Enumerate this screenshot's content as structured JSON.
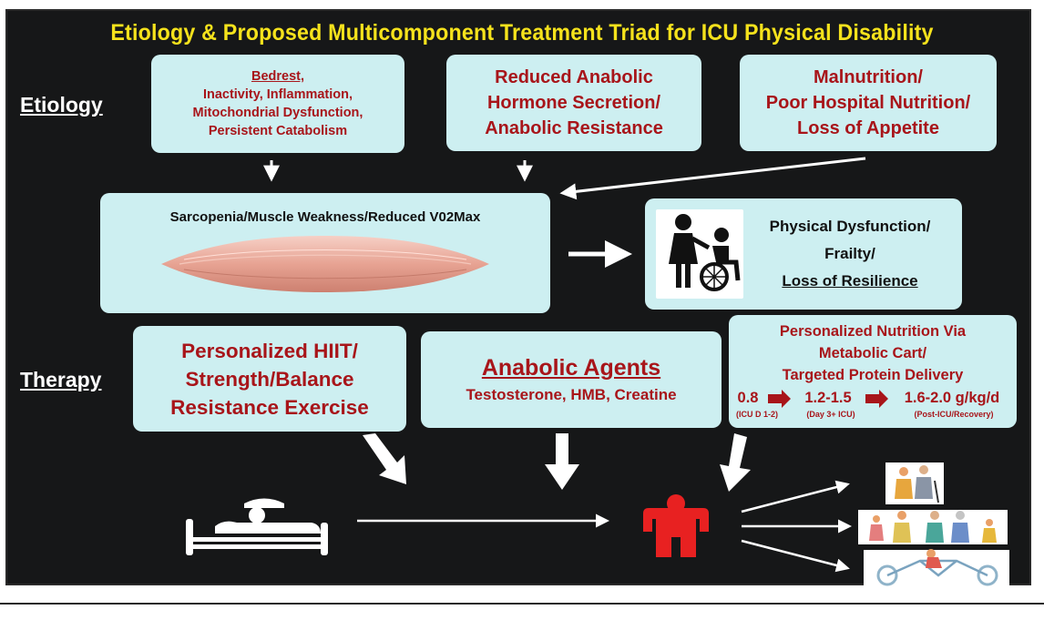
{
  "title": "Etiology & Proposed Multicomponent Treatment Triad for ICU Physical Disability",
  "labels": {
    "etiology": "Etiology",
    "therapy": "Therapy"
  },
  "etiology_boxes": {
    "box1": {
      "heading": "Bedrest,",
      "lines": [
        "Inactivity, Inflammation,",
        "Mitochondrial Dysfunction,",
        "Persistent Catabolism"
      ]
    },
    "box2": {
      "lines": [
        "Reduced Anabolic",
        "Hormone Secretion/",
        "Anabolic Resistance"
      ]
    },
    "box3": {
      "lines": [
        "Malnutrition/",
        "Poor Hospital Nutrition/",
        "Loss of Appetite"
      ]
    }
  },
  "sarcopenia_box": {
    "label": "Sarcopenia/Muscle Weakness/Reduced V02Max"
  },
  "dysfunction_box": {
    "lines": [
      "Physical Dysfunction/",
      "Frailty/"
    ],
    "underlined": "Loss of Resilience"
  },
  "therapy_boxes": {
    "exercise": {
      "lines": [
        "Personalized HIIT/",
        "Strength/Balance",
        "Resistance Exercise"
      ]
    },
    "anabolic": {
      "heading": "Anabolic Agents",
      "sub": "Testosterone, HMB, Creatine"
    },
    "nutrition": {
      "lines": [
        "Personalized Nutrition Via",
        "Metabolic Cart/",
        "Targeted Protein Delivery"
      ],
      "steps": [
        {
          "value": "0.8",
          "note": "(ICU D 1-2)"
        },
        {
          "value": "1.2-1.5",
          "note": "(Day 3+ ICU)"
        },
        {
          "value": "1.6-2.0 g/kg/d",
          "note": "(Post-ICU/Recovery)"
        }
      ]
    }
  },
  "colors": {
    "panel": "#161718",
    "box": "#cdeff1",
    "red_text": "#a8151a",
    "title": "#f5e21c",
    "person": "#e82121",
    "arrow": "#ffffff"
  },
  "icons": [
    "caregiver-wheelchair-icon",
    "hospital-bed-patient-icon",
    "person-icon",
    "elderly-couple-icon",
    "family-walking-icon",
    "cyclist-icon"
  ]
}
